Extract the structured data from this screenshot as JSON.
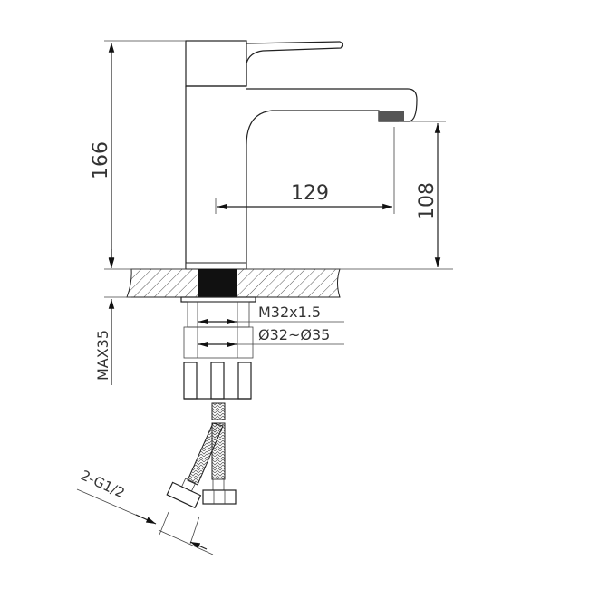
{
  "dimensions": {
    "total_height": "166",
    "spout_reach": "129",
    "spout_height": "108",
    "max_countertop": "MAX35",
    "thread": "M32x1.5",
    "hole_diameter": "Ø32~Ø35",
    "hose_connection": "2-G1/2"
  },
  "colors": {
    "line": "#222222",
    "fill": "#111111"
  }
}
